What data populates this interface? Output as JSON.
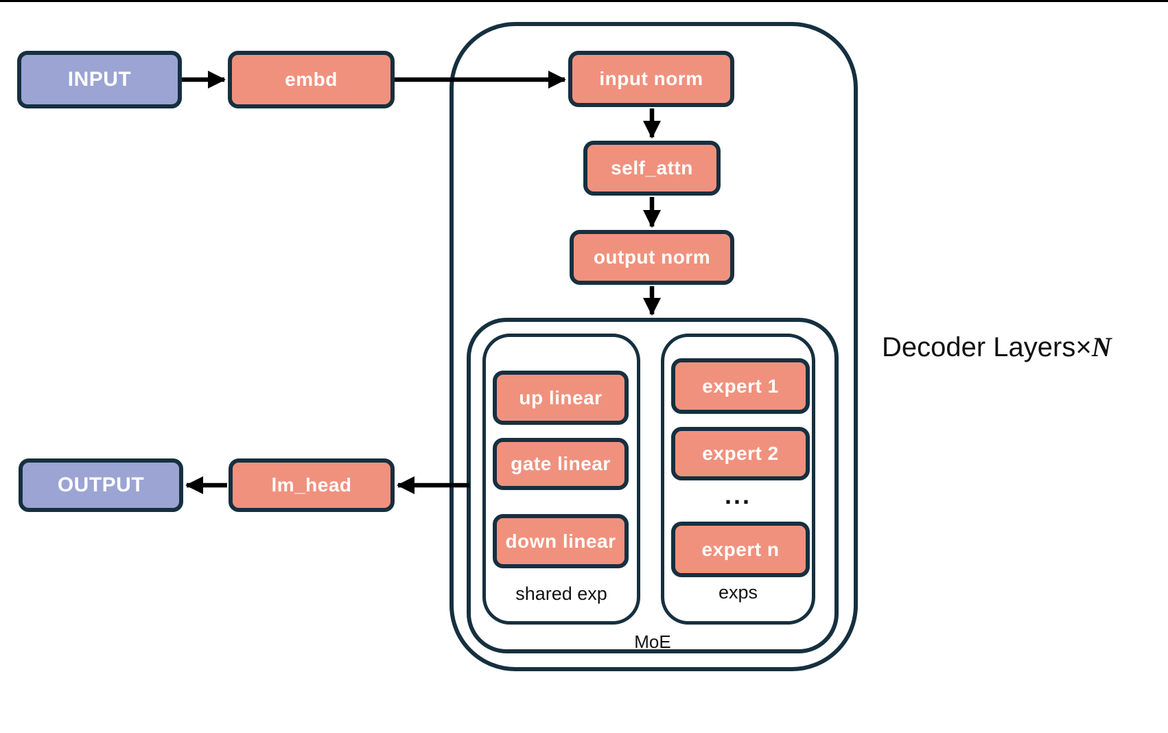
{
  "diagram": {
    "nodes": {
      "input": "INPUT",
      "embd": "embd",
      "input_norm": "input norm",
      "self_attn": "self_attn",
      "output_norm": "output norm",
      "up_linear": "up linear",
      "gate_linear": "gate linear",
      "down_linear": "down linear",
      "expert_1": "expert 1",
      "expert_2": "expert 2",
      "expert_ellipsis": "...",
      "expert_n": "expert n",
      "lm_head": "lm_head",
      "output": "OUTPUT"
    },
    "group_labels": {
      "shared_exp": "shared exp",
      "exps": "exps",
      "moe": "MoE"
    },
    "title": {
      "text": "Decoder Layers",
      "times": "×",
      "n": "N"
    },
    "colors": {
      "io_fill": "#9ba4d3",
      "module_fill": "#f0917e",
      "outline": "#16303f",
      "arrow": "#000000",
      "label_text": "#111111"
    }
  }
}
